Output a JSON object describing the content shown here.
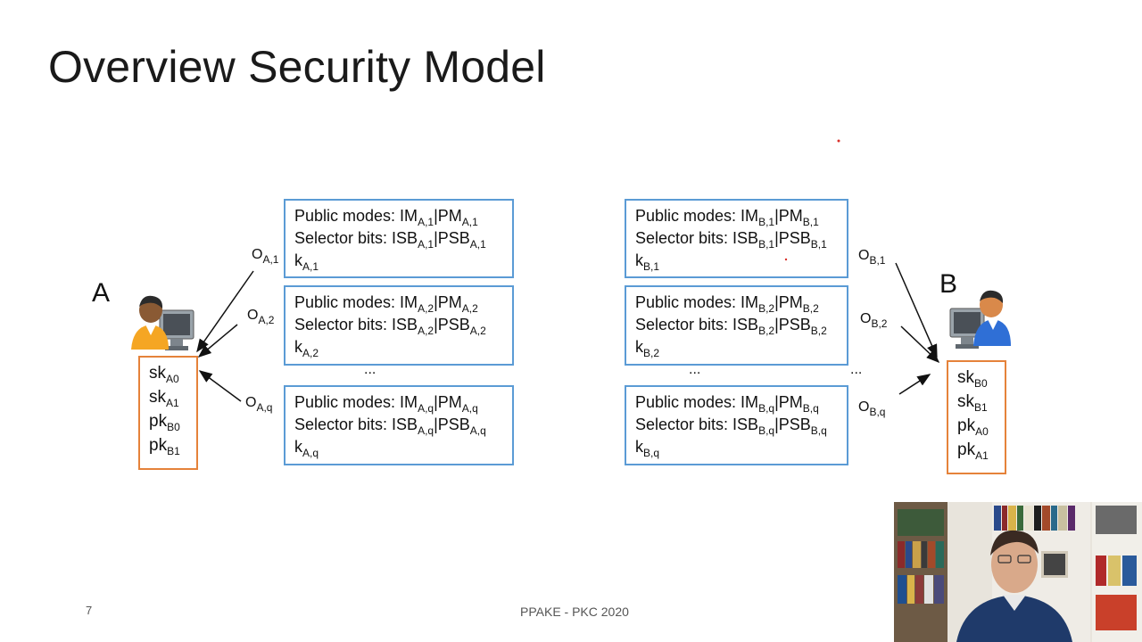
{
  "slide": {
    "title": "Overview Security Model",
    "page_number": "7",
    "footer": "PPAKE - PKC 2020"
  },
  "party_a": {
    "label": "A",
    "keys": [
      {
        "base": "sk",
        "sub": "A0"
      },
      {
        "base": "sk",
        "sub": "A1"
      },
      {
        "base": "pk",
        "sub": "B0"
      },
      {
        "base": "pk",
        "sub": "B1"
      }
    ],
    "oracles": [
      {
        "base": "O",
        "sub": "A,1"
      },
      {
        "base": "O",
        "sub": "A,2"
      },
      {
        "base": "O",
        "sub": "A,q"
      }
    ],
    "sessions": [
      {
        "modes_label": "Public modes: IM",
        "m_sub": "A,1",
        "pm": "|PM",
        "pm_sub": "A,1",
        "sel_label": "Selector bits: ISB",
        "s_sub": "A,1",
        "psb": "|PSB",
        "psb_sub": "A,1",
        "k": "k",
        "k_sub": "A,1"
      },
      {
        "modes_label": "Public modes: IM",
        "m_sub": "A,2",
        "pm": "|PM",
        "pm_sub": "A,2",
        "sel_label": "Selector bits: ISB",
        "s_sub": "A,2",
        "psb": "|PSB",
        "psb_sub": "A,2",
        "k": "k",
        "k_sub": "A,2"
      },
      {
        "modes_label": "Public modes: IM",
        "m_sub": "A,q",
        "pm": "|PM",
        "pm_sub": "A,q",
        "sel_label": "Selector bits: ISB",
        "s_sub": "A,q",
        "psb": "|PSB",
        "psb_sub": "A,q",
        "k": "k",
        "k_sub": "A,q"
      }
    ],
    "ellipsis": "..."
  },
  "party_b": {
    "label": "B",
    "keys": [
      {
        "base": "sk",
        "sub": "B0"
      },
      {
        "base": "sk",
        "sub": "B1"
      },
      {
        "base": "pk",
        "sub": "A0"
      },
      {
        "base": "pk",
        "sub": "A1"
      }
    ],
    "oracles": [
      {
        "base": "O",
        "sub": "B,1"
      },
      {
        "base": "O",
        "sub": "B,2"
      },
      {
        "base": "O",
        "sub": "B,q"
      }
    ],
    "sessions": [
      {
        "modes_label": "Public modes: IM",
        "m_sub": "B,1",
        "pm": "|PM",
        "pm_sub": "B,1",
        "sel_label": "Selector bits: ISB",
        "s_sub": "B,1",
        "psb": "|PSB",
        "psb_sub": "B,1",
        "k": "k",
        "k_sub": "B,1"
      },
      {
        "modes_label": "Public modes: IM",
        "m_sub": "B,2",
        "pm": "|PM",
        "pm_sub": "B,2",
        "sel_label": "Selector bits: ISB",
        "s_sub": "B,2",
        "psb": "|PSB",
        "psb_sub": "B,2",
        "k": "k",
        "k_sub": "B,2"
      },
      {
        "modes_label": "Public modes: IM",
        "m_sub": "B,q",
        "pm": "|PM",
        "pm_sub": "B,q",
        "sel_label": "Selector bits: ISB",
        "s_sub": "B,q",
        "psb": "|PSB",
        "psb_sub": "B,q",
        "k": "k",
        "k_sub": "B,q"
      }
    ],
    "ellipsis": "...",
    "oracle_ellipsis": "..."
  },
  "colors": {
    "key_box_border": "#e5823a",
    "session_box_border": "#5b9bd5",
    "arrow": "#111111"
  },
  "icons": {
    "user_a": "user-at-computer-icon",
    "user_b": "user-at-computer-icon",
    "presenter": "webcam-video-feed"
  }
}
